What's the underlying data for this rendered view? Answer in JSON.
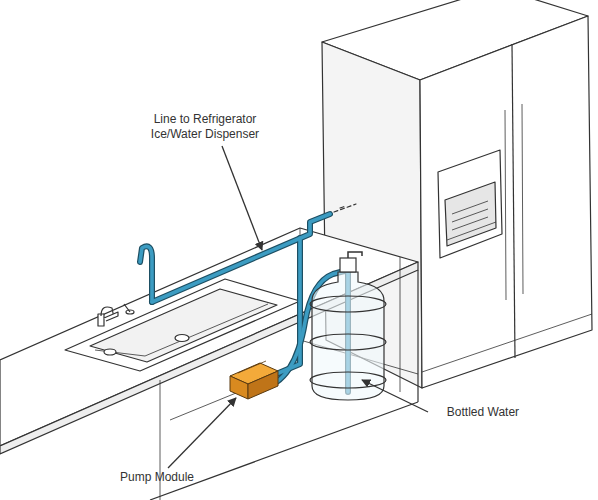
{
  "diagram": {
    "labels": [
      "Line to Refrigerator Ice/Water Dispenser",
      "Pump Module",
      "Bottled Water"
    ]
  }
}
